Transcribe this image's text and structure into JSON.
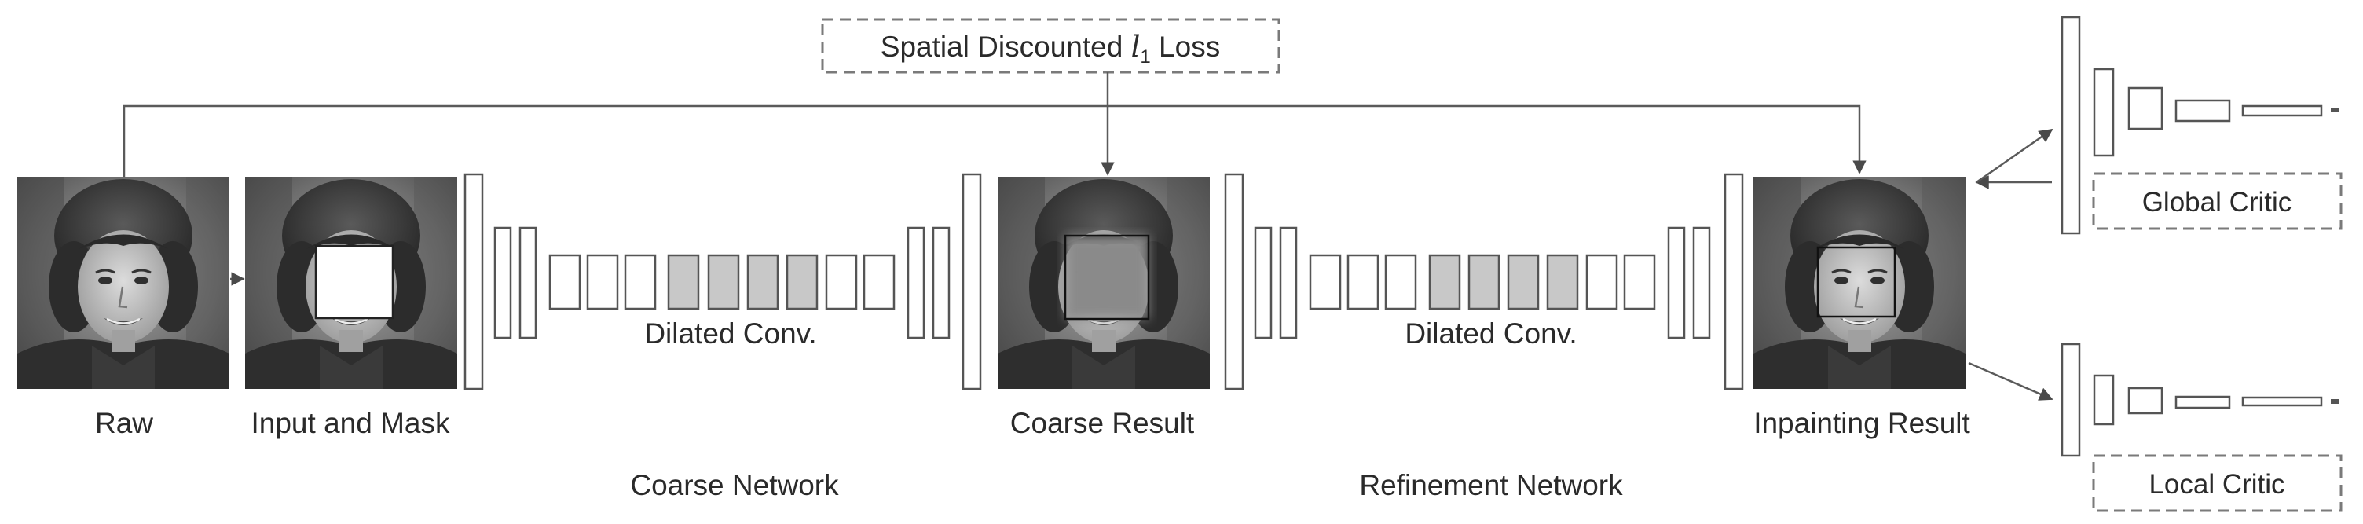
{
  "loss": {
    "prefix": "Spatial Discounted ",
    "symbol": "l",
    "subscript": "1",
    "suffix": " Loss"
  },
  "images": {
    "raw": "Raw",
    "input_mask": "Input and Mask",
    "coarse_result": "Coarse Result",
    "inpainting_result": "Inpainting Result"
  },
  "networks": {
    "coarse": "Coarse Network",
    "refinement": "Refinement Network",
    "dilated_label": "Dilated Conv."
  },
  "critics": {
    "global": "Global Critic",
    "local": "Local Critic"
  },
  "colors": {
    "layer_plain": "#ffffff",
    "layer_dilated": "#c8c8c8",
    "stroke": "#555555",
    "dash": "#7a7a7a"
  }
}
